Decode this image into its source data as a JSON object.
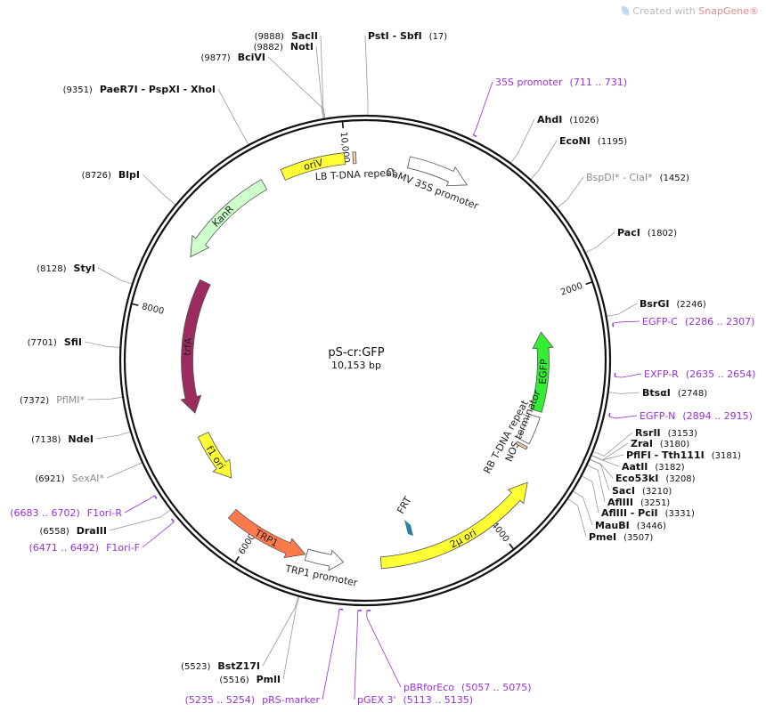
{
  "brand": {
    "prefix": "Created with ",
    "name": "SnapGene",
    "mark": "®"
  },
  "plasmid": {
    "name": "pS-cr:GFP",
    "size_label": "10,153 bp",
    "length": 10153
  },
  "ticks": [
    {
      "pos": 2000,
      "label": "2000"
    },
    {
      "pos": 4000,
      "label": "4000"
    },
    {
      "pos": 6000,
      "label": "6000"
    },
    {
      "pos": 8000,
      "label": "8000"
    },
    {
      "pos": 10000,
      "label": "10,000"
    }
  ],
  "sites": [
    {
      "name": "PstI - SbfI",
      "pos": 17,
      "pos_label": "(17)",
      "grey": false,
      "side": "right"
    },
    {
      "name": "AhdI",
      "pos": 1026,
      "pos_label": "(1026)",
      "grey": false,
      "side": "right"
    },
    {
      "name": "EcoNI",
      "pos": 1195,
      "pos_label": "(1195)",
      "grey": false,
      "side": "right"
    },
    {
      "name": "BspDI* - ClaI*",
      "pos": 1452,
      "pos_label": "(1452)",
      "grey": true,
      "side": "right"
    },
    {
      "name": "PacI",
      "pos": 1802,
      "pos_label": "(1802)",
      "grey": false,
      "side": "right"
    },
    {
      "name": "BsrGI",
      "pos": 2246,
      "pos_label": "(2246)",
      "grey": false,
      "side": "right"
    },
    {
      "name": "BtsαI",
      "pos": 2748,
      "pos_label": "(2748)",
      "grey": false,
      "side": "right"
    },
    {
      "name": "RsrII",
      "pos": 3153,
      "pos_label": "(3153)",
      "grey": false,
      "side": "right"
    },
    {
      "name": "ZraI",
      "pos": 3180,
      "pos_label": "(3180)",
      "grey": false,
      "side": "right"
    },
    {
      "name": "PflFI - Tth111I",
      "pos": 3181,
      "pos_label": "(3181)",
      "grey": false,
      "side": "right"
    },
    {
      "name": "AatII",
      "pos": 3182,
      "pos_label": "(3182)",
      "grey": false,
      "side": "right"
    },
    {
      "name": "Eco53kI",
      "pos": 3208,
      "pos_label": "(3208)",
      "grey": false,
      "side": "right"
    },
    {
      "name": "SacI",
      "pos": 3210,
      "pos_label": "(3210)",
      "grey": false,
      "side": "right"
    },
    {
      "name": "AflIII",
      "pos": 3251,
      "pos_label": "(3251)",
      "grey": false,
      "side": "right"
    },
    {
      "name": "AflIII - PciI",
      "pos": 3331,
      "pos_label": "(3331)",
      "grey": false,
      "side": "right"
    },
    {
      "name": "MauBI",
      "pos": 3446,
      "pos_label": "(3446)",
      "grey": false,
      "side": "right"
    },
    {
      "name": "PmeI",
      "pos": 3507,
      "pos_label": "(3507)",
      "grey": false,
      "side": "right"
    },
    {
      "name": "PmlI",
      "pos": 5516,
      "pos_label": "(5516)",
      "grey": false,
      "side": "left"
    },
    {
      "name": "BstZ17I",
      "pos": 5523,
      "pos_label": "(5523)",
      "grey": false,
      "side": "left"
    },
    {
      "name": "DraIII",
      "pos": 6558,
      "pos_label": "(6558)",
      "grey": false,
      "side": "left"
    },
    {
      "name": "SexAI*",
      "pos": 6921,
      "pos_label": "(6921)",
      "grey": true,
      "side": "left"
    },
    {
      "name": "NdeI",
      "pos": 7138,
      "pos_label": "(7138)",
      "grey": false,
      "side": "left"
    },
    {
      "name": "PflMI*",
      "pos": 7372,
      "pos_label": "(7372)",
      "grey": true,
      "side": "left"
    },
    {
      "name": "SfiI",
      "pos": 7701,
      "pos_label": "(7701)",
      "grey": false,
      "side": "left"
    },
    {
      "name": "StyI",
      "pos": 8128,
      "pos_label": "(8128)",
      "grey": false,
      "side": "left"
    },
    {
      "name": "BlpI",
      "pos": 8726,
      "pos_label": "(8726)",
      "grey": false,
      "side": "left"
    },
    {
      "name": "PaeR7I - PspXI - XhoI",
      "pos": 9351,
      "pos_label": "(9351)",
      "grey": false,
      "side": "left"
    },
    {
      "name": "BciVI",
      "pos": 9877,
      "pos_label": "(9877)",
      "grey": false,
      "side": "left"
    },
    {
      "name": "NotI",
      "pos": 9882,
      "pos_label": "(9882)",
      "grey": false,
      "side": "left"
    },
    {
      "name": "SacII",
      "pos": 9888,
      "pos_label": "(9888)",
      "grey": false,
      "side": "left"
    }
  ],
  "primers": [
    {
      "name": "35S promoter",
      "range": "(711 .. 731)",
      "start": 711,
      "end": 731,
      "strand": "fwd",
      "side": "right"
    },
    {
      "name": "EGFP-C",
      "range": "(2286 .. 2307)",
      "start": 2286,
      "end": 2307,
      "strand": "fwd",
      "side": "right"
    },
    {
      "name": "EXFP-R",
      "range": "(2635 .. 2654)",
      "start": 2635,
      "end": 2654,
      "strand": "rev",
      "side": "right"
    },
    {
      "name": "EGFP-N",
      "range": "(2894 .. 2915)",
      "start": 2894,
      "end": 2915,
      "strand": "rev",
      "side": "right"
    },
    {
      "name": "pBRforEco",
      "range": "(5057 .. 5075)",
      "start": 5057,
      "end": 5075,
      "strand": "rev",
      "side": "right"
    },
    {
      "name": "pGEX 3'",
      "range": "(5113 .. 5135)",
      "start": 5113,
      "end": 5135,
      "strand": "rev",
      "side": "right"
    },
    {
      "name": "pRS-marker",
      "range": "(5235 .. 5254)",
      "start": 5235,
      "end": 5254,
      "strand": "rev",
      "side": "left"
    },
    {
      "name": "F1ori-F",
      "range": "(6471 .. 6492)",
      "start": 6471,
      "end": 6492,
      "strand": "fwd",
      "side": "left"
    },
    {
      "name": "F1ori-R",
      "range": "(6683 .. 6702)",
      "start": 6683,
      "end": 6702,
      "strand": "rev",
      "side": "left"
    }
  ],
  "features": [
    {
      "label": "LB T-DNA repeat",
      "start": 10055,
      "end": 10080,
      "color": "#f2c9a0",
      "direction": "none",
      "ring": 1,
      "label_mode": "text"
    },
    {
      "label": "CaMV 35S promoter",
      "start": 350,
      "end": 850,
      "color": "#ffffff",
      "direction": "fwd",
      "ring": 1,
      "label_mode": "text"
    },
    {
      "label": "EGFP",
      "start": 2280,
      "end": 3000,
      "color": "#33ee33",
      "direction": "rev",
      "ring": 2,
      "label_mode": "text"
    },
    {
      "label": "NOS terminator",
      "start": 3050,
      "end": 3300,
      "color": "#ffffff",
      "direction": "none",
      "ring": 2,
      "label_mode": "text"
    },
    {
      "label": "RB T-DNA repeat",
      "start": 3330,
      "end": 3355,
      "color": "#f2c9a0",
      "direction": "none",
      "ring": 2,
      "label_mode": "text"
    },
    {
      "label": "2μ ori",
      "start": 3580,
      "end": 4950,
      "color": "#ffff33",
      "direction": "rev",
      "ring": 1,
      "label_mode": "text"
    },
    {
      "label": "TRP1 promoter",
      "start": 5250,
      "end": 5550,
      "color": "#ffffff",
      "direction": "rev",
      "ring": 1,
      "label_mode": "text"
    },
    {
      "label": "TRP1",
      "start": 5560,
      "end": 6230,
      "color": "#ff7a4a",
      "direction": "rev",
      "ring": 1,
      "label_mode": "text"
    },
    {
      "label": "f1 ori",
      "start": 6450,
      "end": 6920,
      "color": "#ffff33",
      "direction": "rev",
      "ring": 2,
      "label_mode": "text"
    },
    {
      "label": "trfA",
      "start": 7130,
      "end": 8350,
      "color": "#9c2c60",
      "direction": "rev",
      "ring": 2,
      "label_mode": "text"
    },
    {
      "label": "KanR",
      "start": 8480,
      "end": 9310,
      "color": "#ccffcc",
      "direction": "rev",
      "ring": 1,
      "label_mode": "text"
    },
    {
      "label": "oriV",
      "start": 9480,
      "end": 9990,
      "color": "#ffff33",
      "direction": "none",
      "ring": 1,
      "label_mode": "text"
    }
  ],
  "inner_feature": {
    "label": "FRT",
    "color": "#2f7fa0"
  }
}
